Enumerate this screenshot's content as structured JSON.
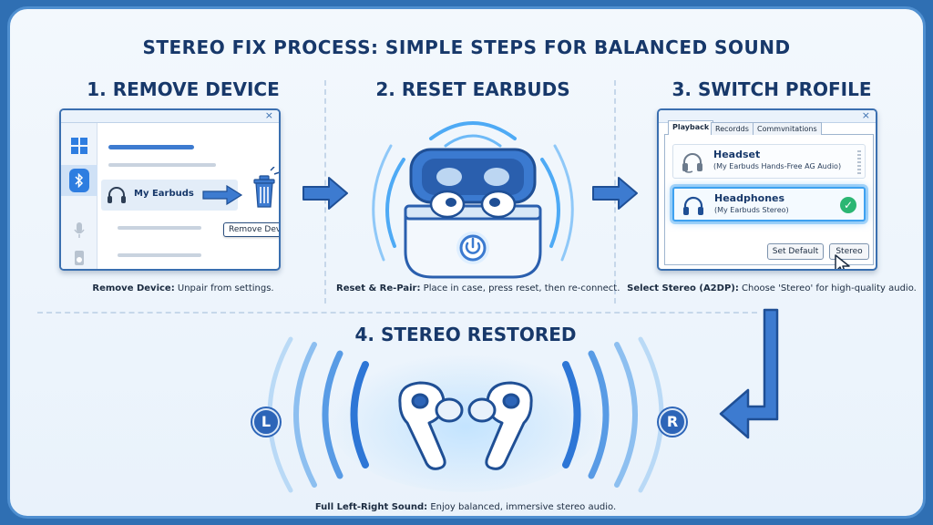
{
  "title": "STEREO FIX PROCESS: SIMPLE STEPS FOR BALANCED SOUND",
  "steps": [
    {
      "heading": "1. REMOVE DEVICE",
      "device_label": "My Earbuds",
      "tooltip": "Remove Device",
      "caption_bold": "Remove Device:",
      "caption_text": " Unpair from settings."
    },
    {
      "heading": "2. RESET EARBUDS",
      "caption_bold": "Reset & Re-Pair:",
      "caption_text": " Place in case, press reset, then re-connect."
    },
    {
      "heading": "3. SWITCH PROFILE",
      "tabs": [
        "Playback",
        "Recordds",
        "Commvnitations"
      ],
      "devices": [
        {
          "name": "Headset",
          "sub": "(My Earbuds Hands-Free AG Audio)"
        },
        {
          "name": "Headphones",
          "sub": "(My Earbuds Stereo)"
        }
      ],
      "set_default_label": "Set Default",
      "stereo_label": "Stereo",
      "caption_bold": "Select Stereo (A2DP):",
      "caption_text": " Choose 'Stereo' for high-quality audio."
    },
    {
      "heading": "4. STEREO RESTORED",
      "left_label": "L",
      "right_label": "R",
      "caption_bold": "Full Left-Right Sound:",
      "caption_text": " Enjoy balanced, immersive stereo audio."
    }
  ],
  "colors": {
    "accent": "#3d7bd0",
    "navy": "#17386a",
    "glow": "#4eaaf5",
    "check": "#2bb673"
  }
}
